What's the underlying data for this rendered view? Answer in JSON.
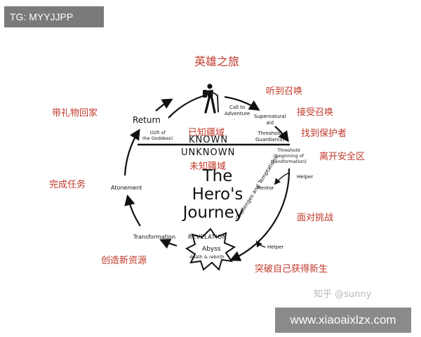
{
  "corner_tag": "TG: MYYJJPP",
  "watermark": "www.xiaoaixlzx.com",
  "source_mark": "知乎 @sunny",
  "colors": {
    "annotation": "#c0392b",
    "ink": "#111111",
    "tag_bg": "#7a7a7a"
  },
  "diagram": {
    "title_cn": "英雄之旅",
    "center_title": [
      "The",
      "Hero's",
      "Journey"
    ],
    "known": "KNOWN",
    "unknown": "UNKNOWN",
    "known_cn": "已知疆域",
    "unknown_cn": "未知疆域",
    "stages": {
      "call": [
        "Call to",
        "Adventure"
      ],
      "aid": [
        "Supernatural",
        "aid"
      ],
      "guardian": [
        "Threshold",
        "Guardian(s)"
      ],
      "threshold": [
        "Threshold",
        "(beginning of",
        "transformation)"
      ],
      "helper1": "Helper",
      "mentor": "Mentor",
      "challenges": "Challenges and Temptations",
      "helper2": "Helper",
      "revelation": "REVELATION",
      "abyss": "Abyss",
      "abyss_sub": "death & rebirth",
      "transformation": "Transformation",
      "atonement": "Atonement",
      "return": "Return",
      "gift": [
        "(Gift of",
        "the Goddess)"
      ]
    },
    "annotations": {
      "hear_call": "听到召唤",
      "accept_call": "接受召唤",
      "find_protector": "找到保护者",
      "leave_safe_zone": "离开安全区",
      "face_challenge": "面对挑战",
      "breakthrough": "突破自己获得新生",
      "create_resources": "创造新资源",
      "complete_task": "完成任务",
      "bring_gift_home": "带礼物回家"
    },
    "icons": [
      "hiker-icon",
      "arrow-icon",
      "explosion-icon"
    ]
  }
}
